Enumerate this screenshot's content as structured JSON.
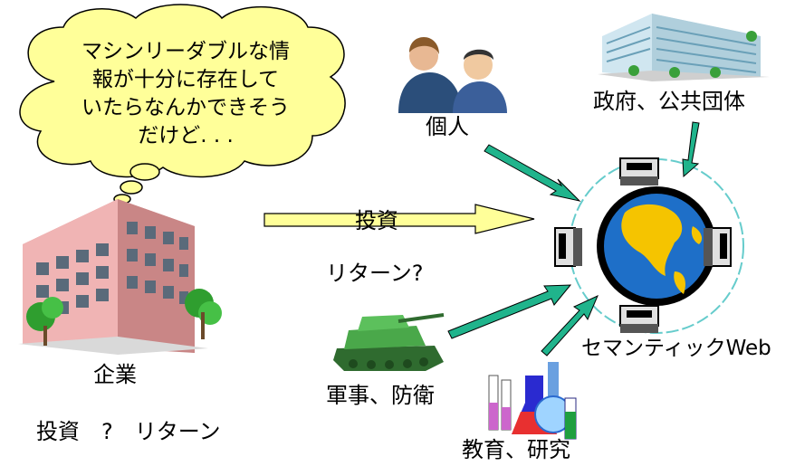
{
  "speech_bubble": {
    "lines": [
      "マシンリーダブルな情",
      "報が十分に存在して",
      "いたらなんかできそう",
      "だけど. . ."
    ]
  },
  "labels": {
    "individual": "個人",
    "government": "政府、公共団体",
    "investment": "投資",
    "return_q": "リターン?",
    "semantic_web": "セマンティックWeb",
    "company": "企業",
    "military": "軍事、防衛",
    "education": "教育、研究",
    "bottom_caption": "投資　?　リターン"
  },
  "colors": {
    "arrow_green": "#20b48c",
    "arrow_yellow": "#ffff99",
    "bubble_fill": "#ffff99",
    "globe_ocean": "#1e6fc8",
    "globe_land": "#f5c400",
    "ring": "#66cccc"
  },
  "icons": [
    "people-clipart-icon",
    "government-building-icon",
    "company-building-icon",
    "tank-icon",
    "lab-flasks-icon",
    "globe-network-icon"
  ]
}
